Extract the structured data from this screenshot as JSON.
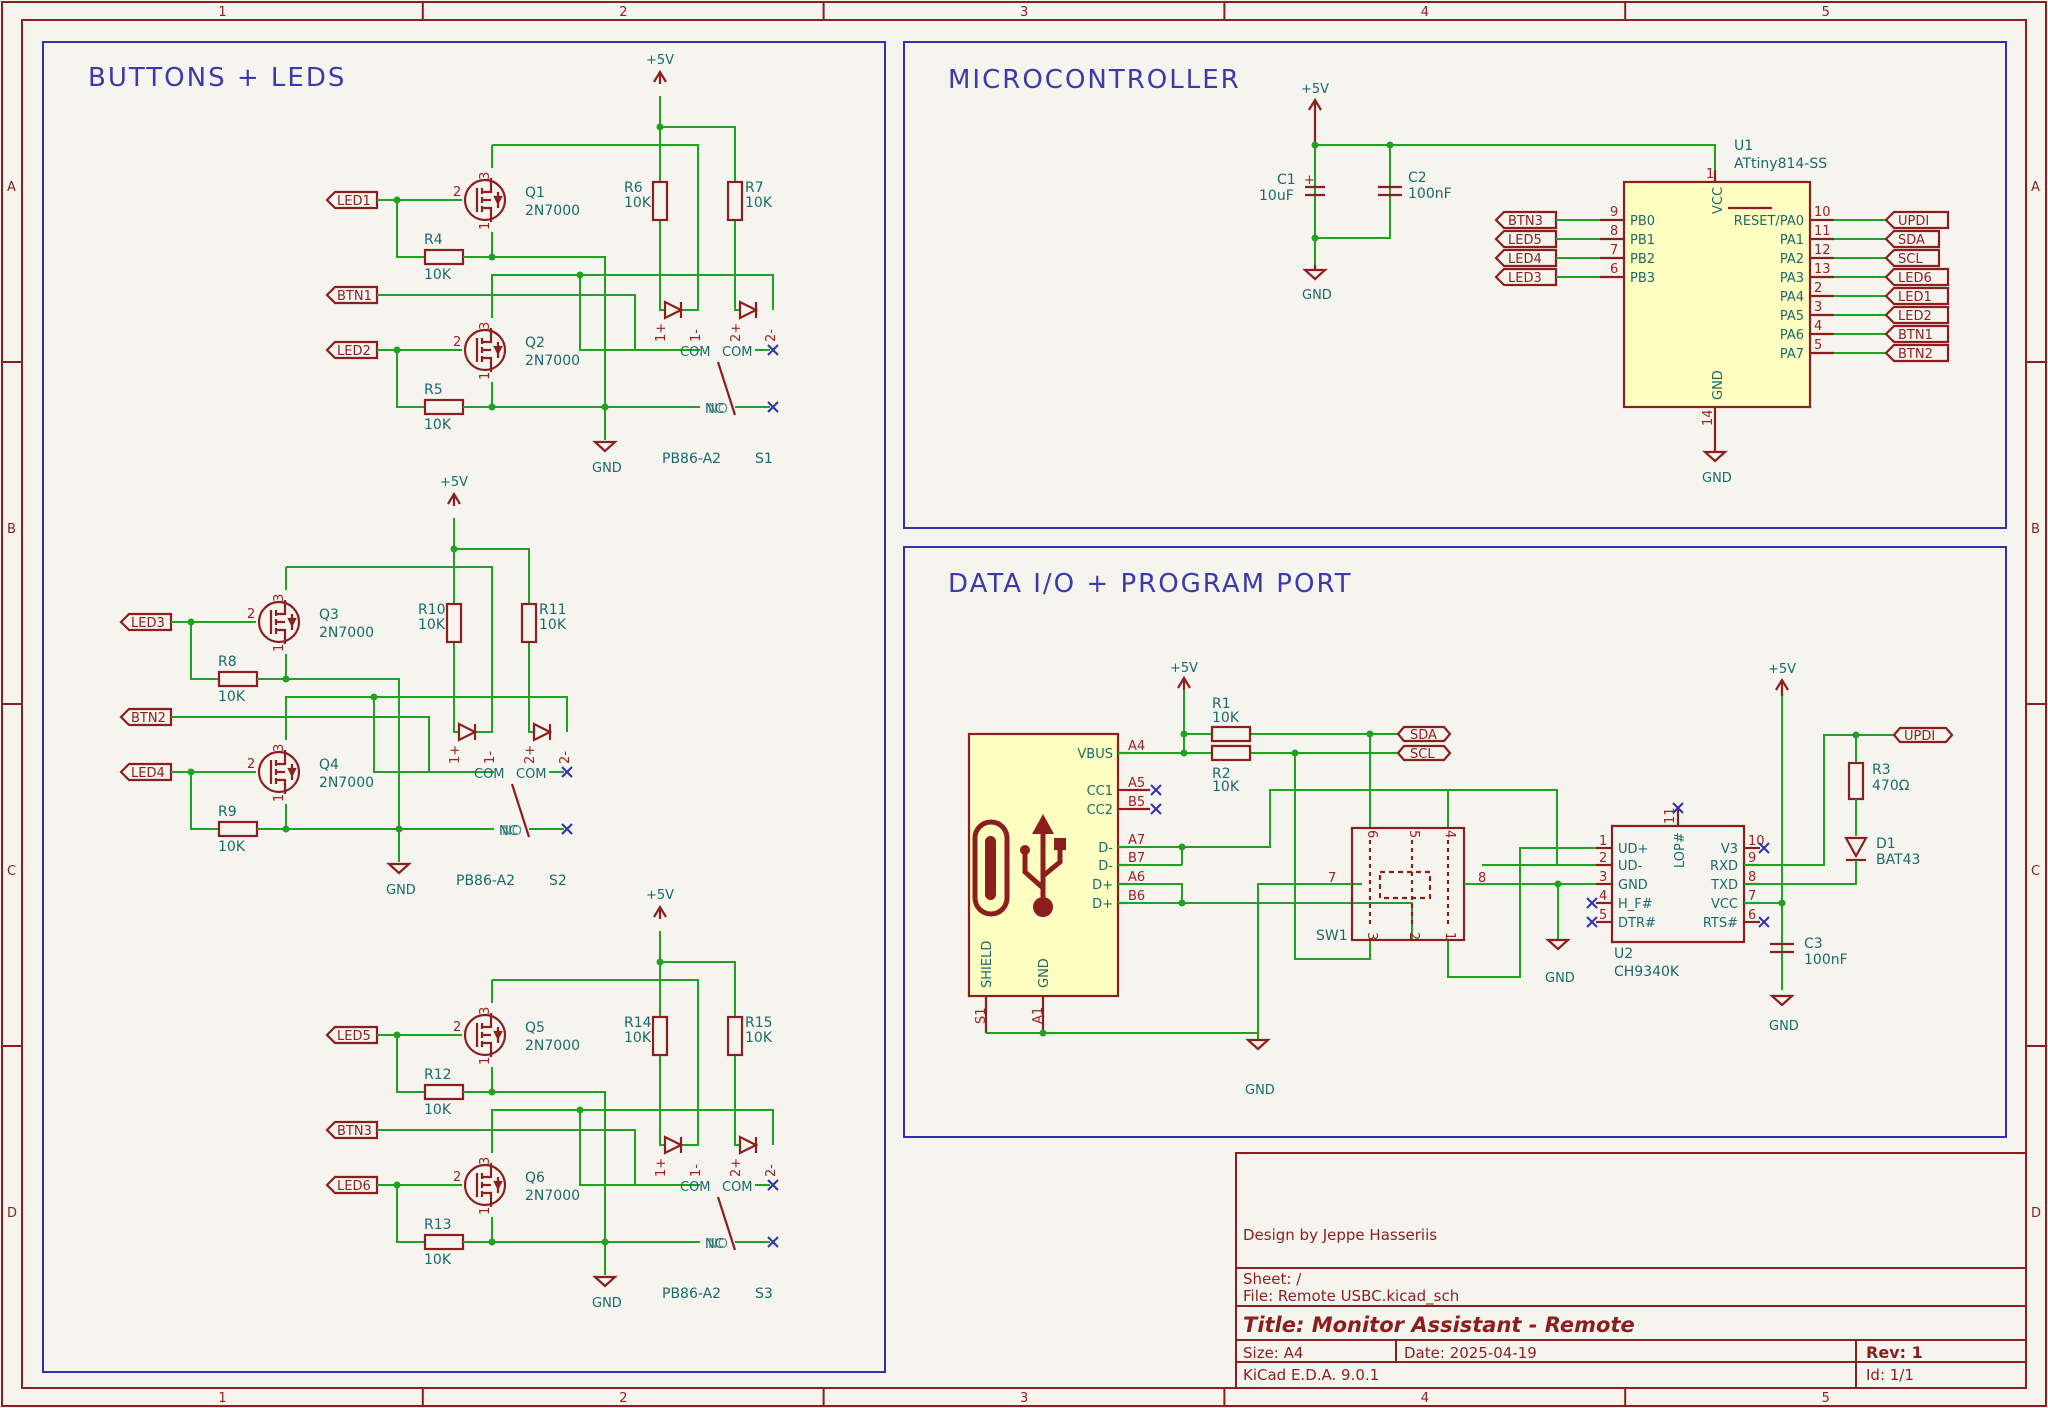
{
  "frame": {
    "columns": [
      "1",
      "2",
      "3",
      "4",
      "5"
    ],
    "rows": [
      "A",
      "B",
      "C",
      "D"
    ]
  },
  "sections": {
    "buttons_leds": "BUTTONS + LEDS",
    "microcontroller": "MICROCONTROLLER",
    "data_io": "DATA I/O + PROGRAM PORT"
  },
  "power": {
    "vcc": "+5V",
    "gnd": "GND"
  },
  "button_groups": [
    {
      "q_top": "Q1",
      "q_bot": "Q2",
      "q_value": "2N7000",
      "r_gate_top": "R4",
      "r_gate_bot": "R5",
      "r_led1": "R6",
      "r_led2": "R7",
      "r_value": "10K",
      "led_in_top": "LED1",
      "led_in_bot": "LED2",
      "btn": "BTN1",
      "switch_part": "PB86-A2",
      "switch_ref": "S1"
    },
    {
      "q_top": "Q3",
      "q_bot": "Q4",
      "q_value": "2N7000",
      "r_gate_top": "R8",
      "r_gate_bot": "R9",
      "r_led1": "R10",
      "r_led2": "R11",
      "r_value": "10K",
      "led_in_top": "LED3",
      "led_in_bot": "LED4",
      "btn": "BTN2",
      "switch_part": "PB86-A2",
      "switch_ref": "S2"
    },
    {
      "q_top": "Q5",
      "q_bot": "Q6",
      "q_value": "2N7000",
      "r_gate_top": "R12",
      "r_gate_bot": "R13",
      "r_led1": "R14",
      "r_led2": "R15",
      "r_value": "10K",
      "led_in_top": "LED5",
      "led_in_bot": "LED6",
      "btn": "BTN3",
      "switch_part": "PB86-A2",
      "switch_ref": "S3"
    }
  ],
  "switch_pins": {
    "gate_pin": "2",
    "src_pin": "1",
    "drain_pin": "3",
    "led1_plus": "1+",
    "led1_minus": "1-",
    "led2_plus": "2+",
    "led2_minus": "2-",
    "com": "COM",
    "nc": "NC",
    "no": "NO"
  },
  "mcu": {
    "ref": "U1",
    "value": "ATtiny814-SS",
    "vcc_label": "VCC",
    "gnd_label": "GND",
    "vcc_pin": "1",
    "gnd_pin": "14",
    "c1": "C1",
    "c1_value": "10uF",
    "c2": "C2",
    "c2_value": "100nF",
    "left_pins": [
      {
        "net": "BTN3",
        "num": "9",
        "name": "PB0"
      },
      {
        "net": "LED5",
        "num": "8",
        "name": "PB1"
      },
      {
        "net": "LED4",
        "num": "7",
        "name": "PB2"
      },
      {
        "net": "LED3",
        "num": "6",
        "name": "PB3"
      }
    ],
    "right_pins": [
      {
        "net": "UPDI",
        "num": "10",
        "name": "RESET/PA0"
      },
      {
        "net": "SDA",
        "num": "11",
        "name": "PA1"
      },
      {
        "net": "SCL",
        "num": "12",
        "name": "PA2"
      },
      {
        "net": "LED6",
        "num": "13",
        "name": "PA3"
      },
      {
        "net": "LED1",
        "num": "2",
        "name": "PA4"
      },
      {
        "net": "LED2",
        "num": "3",
        "name": "PA5"
      },
      {
        "net": "BTN1",
        "num": "4",
        "name": "PA6"
      },
      {
        "net": "BTN2",
        "num": "5",
        "name": "PA7"
      }
    ]
  },
  "dataio": {
    "usb_pins": [
      {
        "name": "VBUS",
        "num": "A4"
      },
      {
        "name": "CC1",
        "num": "A5"
      },
      {
        "name": "CC2",
        "num": "B5"
      },
      {
        "name": "D-",
        "num": "A7"
      },
      {
        "name": "D-",
        "num": "B7"
      },
      {
        "name": "D+",
        "num": "A6"
      },
      {
        "name": "D+",
        "num": "B6"
      }
    ],
    "usb_shield": "SHIELD",
    "usb_gnd": "GND",
    "usb_s1": "S1",
    "usb_a1": "A1",
    "r1": "R1",
    "r1_value": "10K",
    "r2": "R2",
    "r2_value": "10K",
    "sda": "SDA",
    "scl": "SCL",
    "sw": "SW1",
    "sw_pins": [
      "6",
      "5",
      "4",
      "7",
      "8",
      "3",
      "2",
      "1"
    ],
    "u2": "U2",
    "u2_value": "CH9340K",
    "u2_left": [
      {
        "num": "1",
        "name": "UD+"
      },
      {
        "num": "2",
        "name": "UD-"
      },
      {
        "num": "3",
        "name": "GND"
      },
      {
        "num": "4",
        "name": "H_F#"
      },
      {
        "num": "5",
        "name": "DTR#"
      }
    ],
    "u2_right": [
      {
        "num": "10",
        "name": "V3"
      },
      {
        "num": "9",
        "name": "RXD"
      },
      {
        "num": "8",
        "name": "TXD"
      },
      {
        "num": "7",
        "name": "VCC"
      },
      {
        "num": "6",
        "name": "RTS#"
      }
    ],
    "u2_top": {
      "num": "11",
      "name": "LOP#"
    },
    "c3": "C3",
    "c3_value": "100nF",
    "r3": "R3",
    "r3_value": "470Ω",
    "d1": "D1",
    "d1_value": "BAT43",
    "updi": "UPDI"
  },
  "title_block": {
    "design_by": "Design by Jeppe Hasseriis",
    "sheet": "Sheet: /",
    "file": "File: Remote USBC.kicad_sch",
    "title": "Title: Monitor Assistant - Remote",
    "size": "Size: A4",
    "date": "Date: 2025-04-19",
    "rev": "Rev: 1",
    "tool": "KiCad E.D.A. 9.0.1",
    "id": "Id: 1/1"
  },
  "colors": {
    "frame": "#8c1e1e",
    "wire": "#22a022",
    "section": "#3030b0",
    "fill": "#ffffc2",
    "background": "#f5f4ef"
  }
}
